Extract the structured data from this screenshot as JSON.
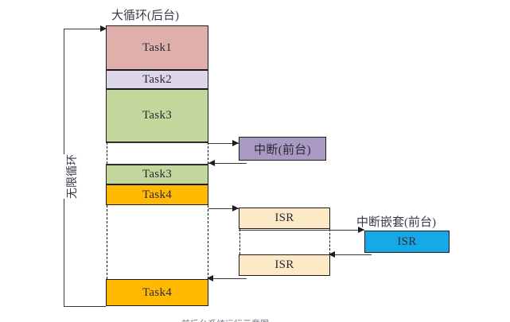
{
  "diagram": {
    "title_main": "大循环(后台)",
    "title_nested": "中断嵌套(前台)",
    "loop_label": "无限循环",
    "bottom_caption": "前后台系统运行示意图",
    "colors": {
      "task1": "#dfb0ab",
      "task2": "#dcd6e8",
      "task3": "#c3d69b",
      "task4": "#ffb900",
      "interrupt": "#a99ac4",
      "isr": "#fce9c6",
      "isr_nested": "#15a9e8",
      "line": "#3a3a3a",
      "border": "#1c1c1c"
    },
    "main_column": {
      "blocks": [
        {
          "label": "Task1",
          "fill": "task1"
        },
        {
          "label": "Task2",
          "fill": "task2"
        },
        {
          "label": "Task3",
          "fill": "task3"
        },
        {
          "label": "Task3",
          "fill": "task3"
        },
        {
          "label": "Task4",
          "fill": "task4"
        },
        {
          "label": "Task4",
          "fill": "task4"
        }
      ]
    },
    "interrupt_box": {
      "label": "中断(前台)",
      "fill": "interrupt"
    },
    "isr_boxes": [
      {
        "label": "ISR",
        "fill": "isr"
      },
      {
        "label": "ISR",
        "fill": "isr"
      }
    ],
    "isr_nested_box": {
      "label": "ISR",
      "fill": "isr_nested"
    }
  }
}
